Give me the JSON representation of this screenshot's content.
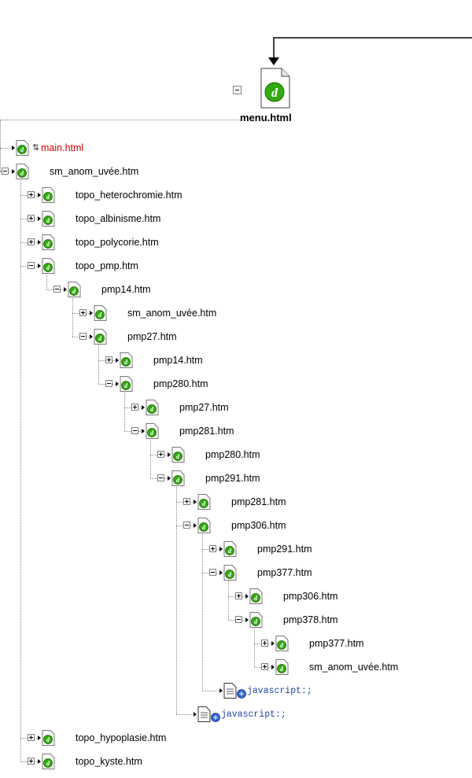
{
  "root": {
    "label": "menu.html",
    "icon": "dreamweaver-file-icon"
  },
  "tree": [
    {
      "label": "main.html",
      "level": 0,
      "toggle": "none",
      "icon": "dreamweaver-file-icon",
      "refresh": true,
      "color": "red"
    },
    {
      "label": "sm_anom_uvée.htm",
      "level": 0,
      "toggle": "minus",
      "icon": "dreamweaver-file-icon"
    },
    {
      "label": "topo_heterochromie.htm",
      "level": 1,
      "toggle": "plus",
      "icon": "dreamweaver-file-icon"
    },
    {
      "label": "topo_albinisme.htm",
      "level": 1,
      "toggle": "plus",
      "icon": "dreamweaver-file-icon"
    },
    {
      "label": "topo_polycorie.htm",
      "level": 1,
      "toggle": "plus",
      "icon": "dreamweaver-file-icon"
    },
    {
      "label": "topo_pmp.htm",
      "level": 1,
      "toggle": "minus",
      "icon": "dreamweaver-file-icon"
    },
    {
      "label": "pmp14.htm",
      "level": 2,
      "toggle": "minus",
      "icon": "dreamweaver-file-icon"
    },
    {
      "label": "sm_anom_uvée.htm",
      "level": 3,
      "toggle": "plus",
      "icon": "dreamweaver-file-icon"
    },
    {
      "label": "pmp27.htm",
      "level": 3,
      "toggle": "minus",
      "icon": "dreamweaver-file-icon"
    },
    {
      "label": "pmp14.htm",
      "level": 4,
      "toggle": "plus",
      "icon": "dreamweaver-file-icon"
    },
    {
      "label": "pmp280.htm",
      "level": 4,
      "toggle": "minus",
      "icon": "dreamweaver-file-icon"
    },
    {
      "label": "pmp27.htm",
      "level": 5,
      "toggle": "plus",
      "icon": "dreamweaver-file-icon"
    },
    {
      "label": "pmp281.htm",
      "level": 5,
      "toggle": "minus",
      "icon": "dreamweaver-file-icon"
    },
    {
      "label": "pmp280.htm",
      "level": 6,
      "toggle": "plus",
      "icon": "dreamweaver-file-icon"
    },
    {
      "label": "pmp291.htm",
      "level": 6,
      "toggle": "minus",
      "icon": "dreamweaver-file-icon"
    },
    {
      "label": "pmp281.htm",
      "level": 7,
      "toggle": "plus",
      "icon": "dreamweaver-file-icon"
    },
    {
      "label": "pmp306.htm",
      "level": 7,
      "toggle": "minus",
      "icon": "dreamweaver-file-icon"
    },
    {
      "label": "pmp291.htm",
      "level": 8,
      "toggle": "plus",
      "icon": "dreamweaver-file-icon"
    },
    {
      "label": "pmp377.htm",
      "level": 8,
      "toggle": "minus",
      "icon": "dreamweaver-file-icon"
    },
    {
      "label": "pmp306.htm",
      "level": 9,
      "toggle": "plus",
      "icon": "dreamweaver-file-icon"
    },
    {
      "label": "pmp378.htm",
      "level": 9,
      "toggle": "minus",
      "icon": "dreamweaver-file-icon"
    },
    {
      "label": "pmp377.htm",
      "level": 10,
      "toggle": "plus",
      "icon": "dreamweaver-file-icon"
    },
    {
      "label": "sm_anom_uvée.htm",
      "level": 10,
      "toggle": "plus",
      "icon": "dreamweaver-file-icon"
    },
    {
      "label": "javascript:;",
      "level": 8,
      "toggle": "none",
      "icon": "javascript-link-icon",
      "color": "blue"
    },
    {
      "label": "javascript:;",
      "level": 7,
      "toggle": "none",
      "icon": "javascript-link-icon",
      "color": "blue"
    },
    {
      "label": "topo_hypoplasie.htm",
      "level": 1,
      "toggle": "plus",
      "icon": "dreamweaver-file-icon"
    },
    {
      "label": "topo_kyste.htm",
      "level": 1,
      "toggle": "plus",
      "icon": "dreamweaver-file-icon"
    }
  ]
}
